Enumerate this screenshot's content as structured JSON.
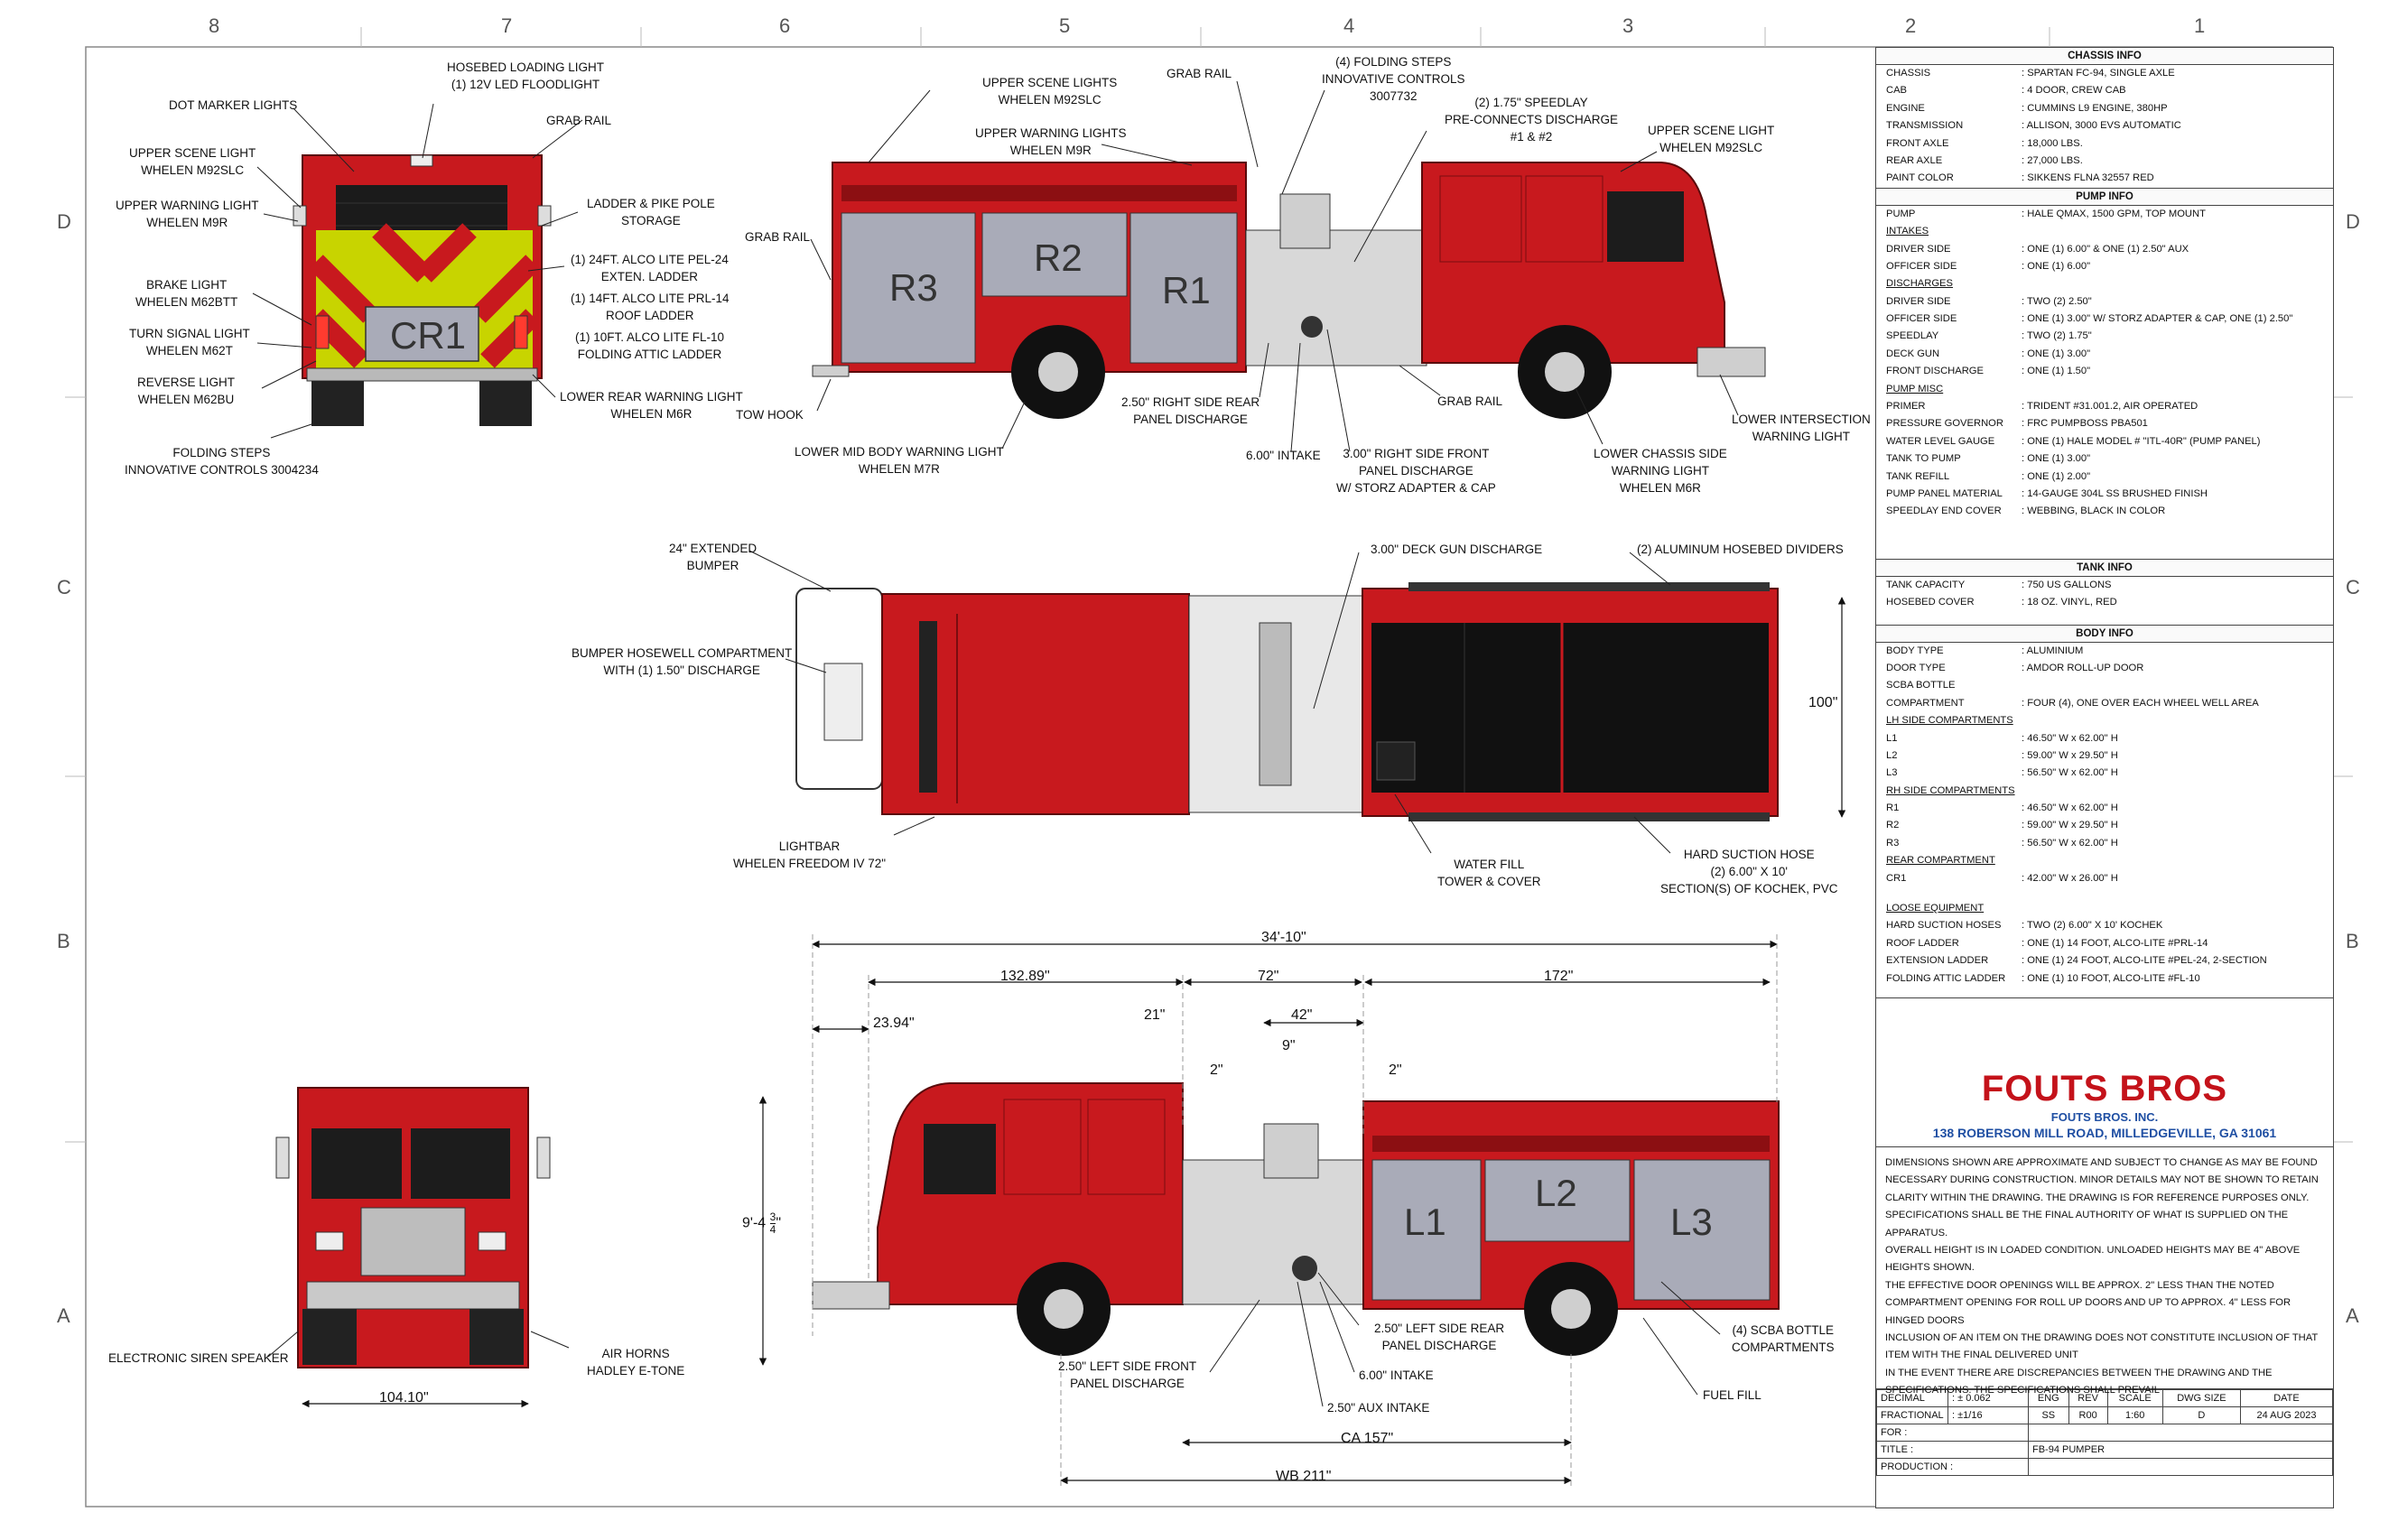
{
  "zones": {
    "columns": [
      "8",
      "7",
      "6",
      "5",
      "4",
      "3",
      "2",
      "1"
    ],
    "rows": [
      "D",
      "C",
      "B",
      "A"
    ]
  },
  "callouts": {
    "rear_view": [
      "HOSEBED LOADING LIGHT\n(1) 12V LED FLOODLIGHT",
      "DOT MARKER LIGHTS",
      "GRAB RAIL",
      "UPPER SCENE LIGHT\nWHELEN M92SLC",
      "UPPER WARNING LIGHT\nWHELEN M9R",
      "LADDER & PIKE POLE\nSTORAGE",
      "BRAKE LIGHT\nWHELEN M62BTT",
      "TURN SIGNAL LIGHT\nWHELEN M62T",
      "REVERSE LIGHT\nWHELEN M62BU",
      "(1) 24FT. ALCO LITE PEL-24\nEXTEN. LADDER",
      "(1) 14FT. ALCO LITE PRL-14\nROOF LADDER",
      "(1) 10FT. ALCO LITE FL-10\nFOLDING ATTIC LADDER",
      "LOWER REAR WARNING LIGHT\nWHELEN M6R",
      "FOLDING STEPS\nINNOVATIVE CONTROLS 3004234"
    ],
    "right_side": [
      "UPPER SCENE LIGHTS\nWHELEN M92SLC",
      "GRAB RAIL",
      "(4) FOLDING STEPS\nINNOVATIVE CONTROLS\n3007732",
      "UPPER WARNING LIGHTS\nWHELEN M9R",
      "(2) 1.75\" SPEEDLAY\nPRE-CONNECTS DISCHARGE\n#1 & #2",
      "UPPER SCENE LIGHT\nWHELEN M92SLC",
      "GRAB RAIL",
      "TOW HOOK",
      "2.50\" RIGHT SIDE REAR\nPANEL DISCHARGE",
      "GRAB RAIL",
      "LOWER INTERSECTION\nWARNING LIGHT",
      "LOWER MID BODY WARNING LIGHT\nWHELEN M7R",
      "6.00\" INTAKE",
      "3.00\" RIGHT SIDE FRONT\nPANEL DISCHARGE\nW/ STORZ ADAPTER & CAP",
      "LOWER CHASSIS SIDE\nWARNING LIGHT\nWHELEN M6R"
    ],
    "top_view": [
      "24\" EXTENDED\nBUMPER",
      "3.00\" DECK GUN DISCHARGE",
      "(2) ALUMINUM HOSEBED DIVIDERS",
      "BUMPER HOSEWELL COMPARTMENT\nWITH (1) 1.50\" DISCHARGE",
      "LIGHTBAR\nWHELEN FREEDOM IV 72\"",
      "WATER FILL\nTOWER & COVER",
      "HARD SUCTION HOSE\n(2) 6.00\" X 10'\nSECTION(S) OF KOCHEK, PVC"
    ],
    "front_view": [
      "ELECTRONIC SIREN SPEAKER",
      "AIR HORNS\nHADLEY E-TONE"
    ],
    "left_side": [
      "2.50\" LEFT SIDE REAR\nPANEL DISCHARGE",
      "(4) SCBA BOTTLE\nCOMPARTMENTS",
      "6.00\" INTAKE",
      "2.50\" LEFT SIDE FRONT\nPANEL DISCHARGE",
      "FUEL FILL",
      "2.50\" AUX INTAKE"
    ]
  },
  "compartment_labels": {
    "rear": "CR1",
    "right": [
      "R3",
      "R2",
      "R1"
    ],
    "left": [
      "L1",
      "L2",
      "L3"
    ]
  },
  "dimensions": {
    "top_width": "100\"",
    "overall_length": "34'-10\"",
    "d1": "132.89\"",
    "d2": "72\"",
    "d3": "172\"",
    "d4": "23.94\"",
    "d5": "21\"",
    "d6": "42\"",
    "d7": "9\"",
    "d8": "2\"",
    "d9": "2\"",
    "height_whole": "9'-4",
    "height_frac_num": "3",
    "height_frac_den": "4",
    "height_suffix": "\"",
    "front_width": "104.10\"",
    "ca": "CA 157\"",
    "wb": "WB 211\""
  },
  "info": {
    "chassis_title": "CHASSIS INFO",
    "chassis": [
      [
        "CHASSIS",
        ": SPARTAN FC-94, SINGLE AXLE"
      ],
      [
        "CAB",
        ": 4 DOOR, CREW CAB"
      ],
      [
        "ENGINE",
        ": CUMMINS L9 ENGINE, 380HP"
      ],
      [
        "TRANSMISSION",
        ": ALLISON, 3000 EVS AUTOMATIC"
      ],
      [
        "FRONT AXLE",
        ": 18,000 LBS."
      ],
      [
        "REAR AXLE",
        ": 27,000 LBS."
      ],
      [
        "PAINT COLOR",
        ": SIKKENS FLNA 32557 RED"
      ]
    ],
    "pump_title": "PUMP INFO",
    "pump_row": [
      "PUMP",
      ": HALE QMAX, 1500 GPM, TOP MOUNT"
    ],
    "intakes_label": "INTAKES",
    "intakes": [
      [
        "DRIVER SIDE",
        ": ONE (1) 6.00\" & ONE (1) 2.50\" AUX"
      ],
      [
        "OFFICER SIDE",
        ": ONE (1) 6.00\""
      ]
    ],
    "discharges_label": "DISCHARGES",
    "discharges": [
      [
        "DRIVER SIDE",
        ": TWO (2) 2.50\""
      ],
      [
        "OFFICER SIDE",
        ": ONE (1) 3.00\" W/ STORZ ADAPTER & CAP, ONE (1) 2.50\""
      ],
      [
        "SPEEDLAY",
        ": TWO (2) 1.75\""
      ],
      [
        "DECK GUN",
        ": ONE (1) 3.00\""
      ],
      [
        "FRONT DISCHARGE",
        ": ONE (1) 1.50\""
      ]
    ],
    "pump_misc_label": "PUMP MISC",
    "pump_misc": [
      [
        "PRIMER",
        ": TRIDENT #31.001.2, AIR OPERATED"
      ],
      [
        "PRESSURE GOVERNOR",
        ": FRC PUMPBOSS PBA501"
      ],
      [
        "WATER LEVEL GAUGE",
        ": ONE (1) HALE MODEL # \"ITL-40R\" (PUMP PANEL)"
      ],
      [
        "TANK TO PUMP",
        ": ONE (1) 3.00\""
      ],
      [
        "TANK REFILL",
        ": ONE (1) 2.00\""
      ],
      [
        "PUMP PANEL MATERIAL",
        ": 14-GAUGE 304L SS BRUSHED FINISH"
      ],
      [
        "SPEEDLAY END COVER",
        ": WEBBING, BLACK IN COLOR"
      ]
    ],
    "tank_title": "TANK INFO",
    "tank": [
      [
        "TANK CAPACITY",
        ": 750 US GALLONS"
      ],
      [
        "HOSEBED COVER",
        ": 18 OZ. VINYL, RED"
      ]
    ],
    "body_title": "BODY INFO",
    "body": [
      [
        "BODY TYPE",
        ": ALUMINIUM"
      ],
      [
        "DOOR TYPE",
        ": AMDOR ROLL-UP DOOR"
      ],
      [
        "SCBA BOTTLE",
        ""
      ],
      [
        "COMPARTMENT",
        ": FOUR (4), ONE OVER EACH WHEEL WELL AREA"
      ]
    ],
    "lh_label": "LH SIDE COMPARTMENTS",
    "lh": [
      [
        "L1",
        ": 46.50\" W  x 62.00\" H"
      ],
      [
        "L2",
        ": 59.00\" W  x 29.50\" H"
      ],
      [
        "L3",
        ": 56.50\" W  x 62.00\" H"
      ]
    ],
    "rh_label": "RH SIDE COMPARTMENTS",
    "rh": [
      [
        "R1",
        ": 46.50\" W  x 62.00\" H"
      ],
      [
        "R2",
        ": 59.00\" W  x 29.50\" H"
      ],
      [
        "R3",
        ": 56.50\" W  x 62.00\" H"
      ]
    ],
    "rear_label": "REAR COMPARTMENT",
    "rear": [
      [
        "CR1",
        ": 42.00\" W  x 26.00\" H"
      ]
    ],
    "loose_label": "LOOSE EQUIPMENT",
    "loose": [
      [
        "HARD SUCTION HOSES",
        ": TWO (2) 6.00\" X 10' KOCHEK"
      ],
      [
        "ROOF LADDER",
        ": ONE (1) 14 FOOT, ALCO-LITE #PRL-14"
      ],
      [
        "EXTENSION LADDER",
        ": ONE (1) 24 FOOT, ALCO-LITE #PEL-24, 2-SECTION"
      ],
      [
        "FOLDING ATTIC LADDER",
        ": ONE (1) 10 FOOT, ALCO-LITE #FL-10"
      ]
    ]
  },
  "company": {
    "logo_text": "FOUTS BROS",
    "name": "FOUTS BROS. INC.",
    "address": "138 ROBERSON MILL ROAD, MILLEDGEVILLE, GA 31061",
    "brand_red": "#c4121a"
  },
  "notes": [
    "DIMENSIONS SHOWN ARE APPROXIMATE AND SUBJECT TO CHANGE AS MAY BE FOUND NECESSARY DURING CONSTRUCTION. MINOR DETAILS MAY NOT BE SHOWN TO RETAIN CLARITY WITHIN THE DRAWING. THE DRAWING IS FOR REFERENCE PURPOSES ONLY. SPECIFICATIONS SHALL BE THE FINAL AUTHORITY OF WHAT IS SUPPLIED ON THE APPARATUS.",
    "OVERALL HEIGHT IS IN LOADED CONDITION. UNLOADED HEIGHTS MAY BE 4\" ABOVE HEIGHTS SHOWN.",
    "THE EFFECTIVE DOOR OPENINGS WILL BE APPROX. 2\" LESS THAN THE NOTED COMPARTMENT OPENING FOR ROLL UP DOORS AND UP TO APPROX.  4\" LESS FOR HINGED DOORS",
    "INCLUSION OF AN ITEM ON THE DRAWING DOES NOT CONSTITUTE INCLUSION OF THAT ITEM WITH THE FINAL DELIVERED UNIT",
    "IN THE EVENT THERE ARE DISCREPANCIES BETWEEN THE DRAWING AND THE SPECIFICATIONS. THE SPECIFICATIONS SHALL PREVAIL"
  ],
  "title_block": {
    "decimal_label": "DECIMAL",
    "decimal_val": ": ± 0.062",
    "fractional_label": "FRACTIONAL",
    "fractional_val": ": ±1/16",
    "eng_h": "ENG",
    "eng_v": "SS",
    "rev_h": "REV",
    "rev_v": "R00",
    "scale_h": "SCALE",
    "scale_v": "1:60",
    "dwg_h": "DWG SIZE",
    "dwg_v": "D",
    "date_h": "DATE",
    "date_v": "24 AUG 2023",
    "for_label": "FOR :",
    "for_val": "",
    "title_label": "TITLE :",
    "title_val": "FB-94 PUMPER",
    "production_label": "PRODUCTION :",
    "production_val": ""
  },
  "colors": {
    "body_red": "#c8191e",
    "dark_red": "#8c0f12",
    "compartment_grey": "#a9abb8",
    "chrome": "#c9c9c9",
    "stripe_yellow": "#c8d400"
  }
}
